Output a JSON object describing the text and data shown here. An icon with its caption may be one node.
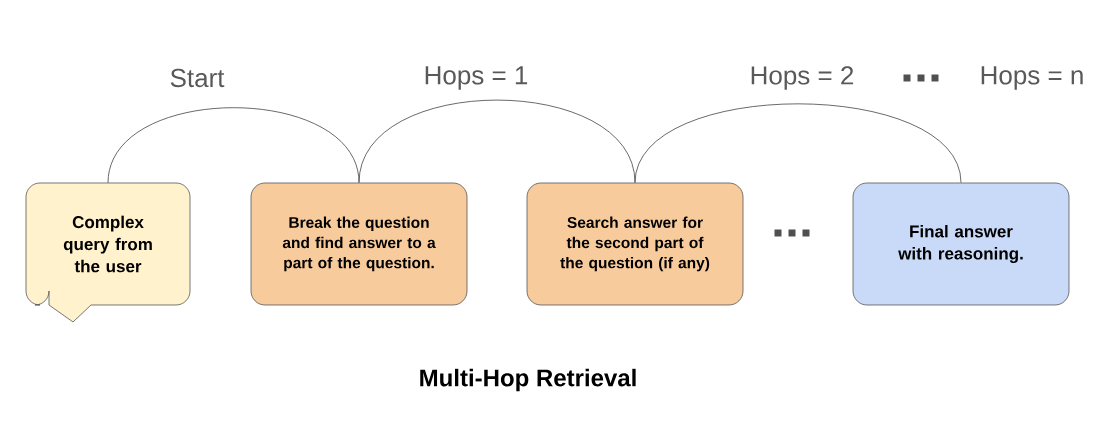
{
  "diagram": {
    "caption": "Multi-Hop Retrieval",
    "nodes": [
      {
        "text": [
          "Complex query from the user"
        ]
      },
      {
        "text": [
          "Break the question and find answer to a part of the question."
        ]
      },
      {
        "text": [
          "Search answer for the second part of the question (if any)"
        ]
      },
      {
        "text": [
          "Final answer with reasoning."
        ]
      }
    ],
    "edges": [
      {
        "from": 0,
        "to": 1,
        "arrow": "none"
      },
      {
        "from": 1,
        "to": 2,
        "arrow": "none"
      },
      {
        "from": 2,
        "to": 3,
        "arrow": "none"
      }
    ],
    "labels": [
      "Start",
      "Hops = 1",
      "Hops = 2",
      "Hops = n"
    ]
  }
}
